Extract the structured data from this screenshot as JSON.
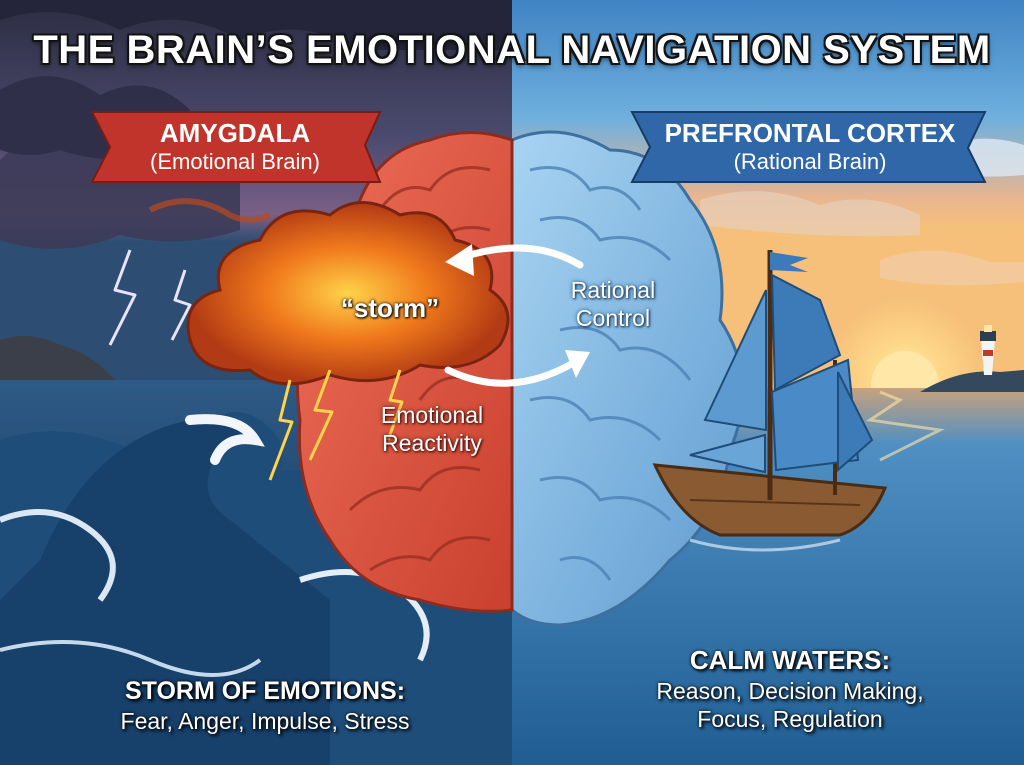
{
  "title": "THE BRAIN’S EMOTIONAL NAVIGATION SYSTEM",
  "left_banner": {
    "line1": "AMYGDALA",
    "line2": "(Emotional Brain)",
    "color": "#c0342b"
  },
  "right_banner": {
    "line1": "PREFRONTAL CORTEX",
    "line2": "(Rational Brain)",
    "color": "#2f67a8"
  },
  "storm_label": "“storm”",
  "arrow_labels": {
    "rational_line1": "Rational",
    "rational_line2": "Control",
    "reactivity_line1": "Emotional",
    "reactivity_line2": "Reactivity"
  },
  "left_caption": {
    "heading": "STORM OF EMOTIONS:",
    "items": "Fear, Anger, Impulse, Stress"
  },
  "right_caption": {
    "heading": "CALM WATERS:",
    "line1": "Reason, Decision Making,",
    "line2": "Focus, Regulation"
  },
  "colors": {
    "emotional_brain": "#e05a45",
    "rational_brain": "#8fc3ea",
    "storm_sky": "#3a3a5c",
    "calm_sky": "#6fb0de",
    "sun": "#ffd98a"
  },
  "icons": [
    "lightning-icon",
    "sailboat-icon",
    "lighthouse-icon",
    "arrow-left-icon",
    "arrow-right-icon"
  ]
}
